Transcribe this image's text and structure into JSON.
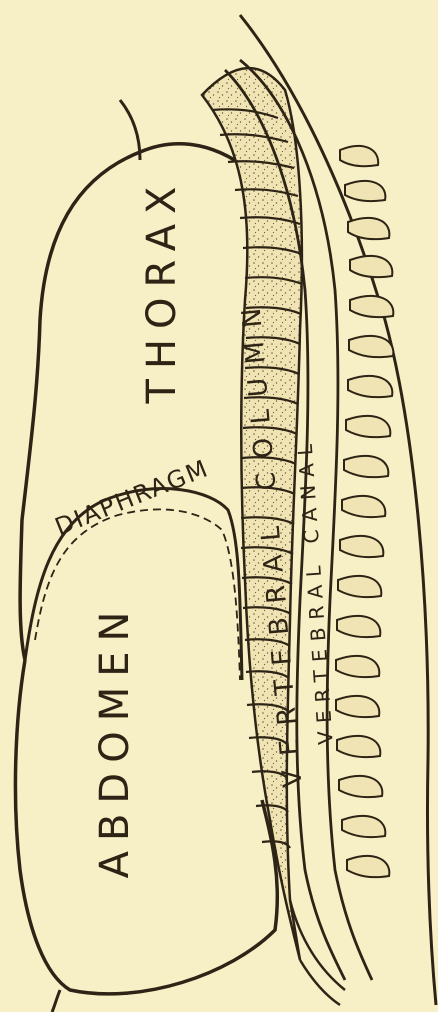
{
  "labels": {
    "thorax": "THORAX",
    "diaphragm": "DIAPHRAGM",
    "abdomen": "ABDOMEN",
    "vertebral_column": "VERTEBRAL COLUMN",
    "vertebral_canal": "VERTEBRAL CANAL"
  },
  "colors": {
    "paper": "#f7efc6",
    "ink": "#2e2416",
    "spine_fill": "#f0e4b4"
  }
}
